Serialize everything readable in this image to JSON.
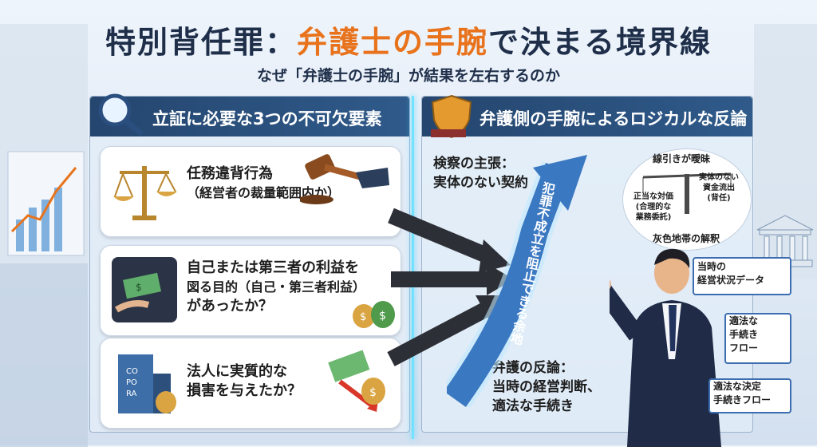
{
  "title": {
    "prefix": "特別背任罪：",
    "accent": "弁護士の手腕",
    "suffix": "で決まる境界線"
  },
  "subtitle": "なぜ「弁護士の手腕」が結果を左右するのか",
  "left_panel": {
    "header": "立証に必要な3つの不可欠要素",
    "cards": [
      {
        "line1": "任務違背行為",
        "line2": "（経営者の裁量範囲内か）"
      },
      {
        "line1": "自己または第三者の利益を",
        "line2": "図る目的（自己・第三者利益）",
        "line3": "があったか？"
      },
      {
        "line1": "法人に実質的な",
        "line2": "損害を与えたか？"
      }
    ],
    "building_sign": [
      "CO",
      "PO",
      "RA"
    ]
  },
  "right_panel": {
    "header": "弁護側の手腕によるロジカルな反論",
    "prosecution": {
      "line1": "検察の主張：",
      "line2": "実体のない契約"
    },
    "arrow_text": "犯罪不成立を阻止できる余地",
    "defense": {
      "line1": "弁護の反論：",
      "line2": "当時の経営判断、",
      "line3": "適法な手続き"
    },
    "scale": {
      "top": "線引きが曖昧",
      "left": [
        "正当な対価",
        "(合理的な",
        "業務委託)"
      ],
      "right": [
        "実体のない",
        "資金流出",
        "(背任)"
      ],
      "bottom": "灰色地帯の解釈"
    },
    "callouts": [
      "当時の",
      "経営状況データ"
    ],
    "flow1": [
      "適法な",
      "手続き",
      "フロー"
    ],
    "flow2": [
      "適法な決定",
      "手続きフロー"
    ]
  },
  "colors": {
    "accent": "#e8731c",
    "header": "#2a4f7f",
    "glow": "#4fd2ff"
  }
}
